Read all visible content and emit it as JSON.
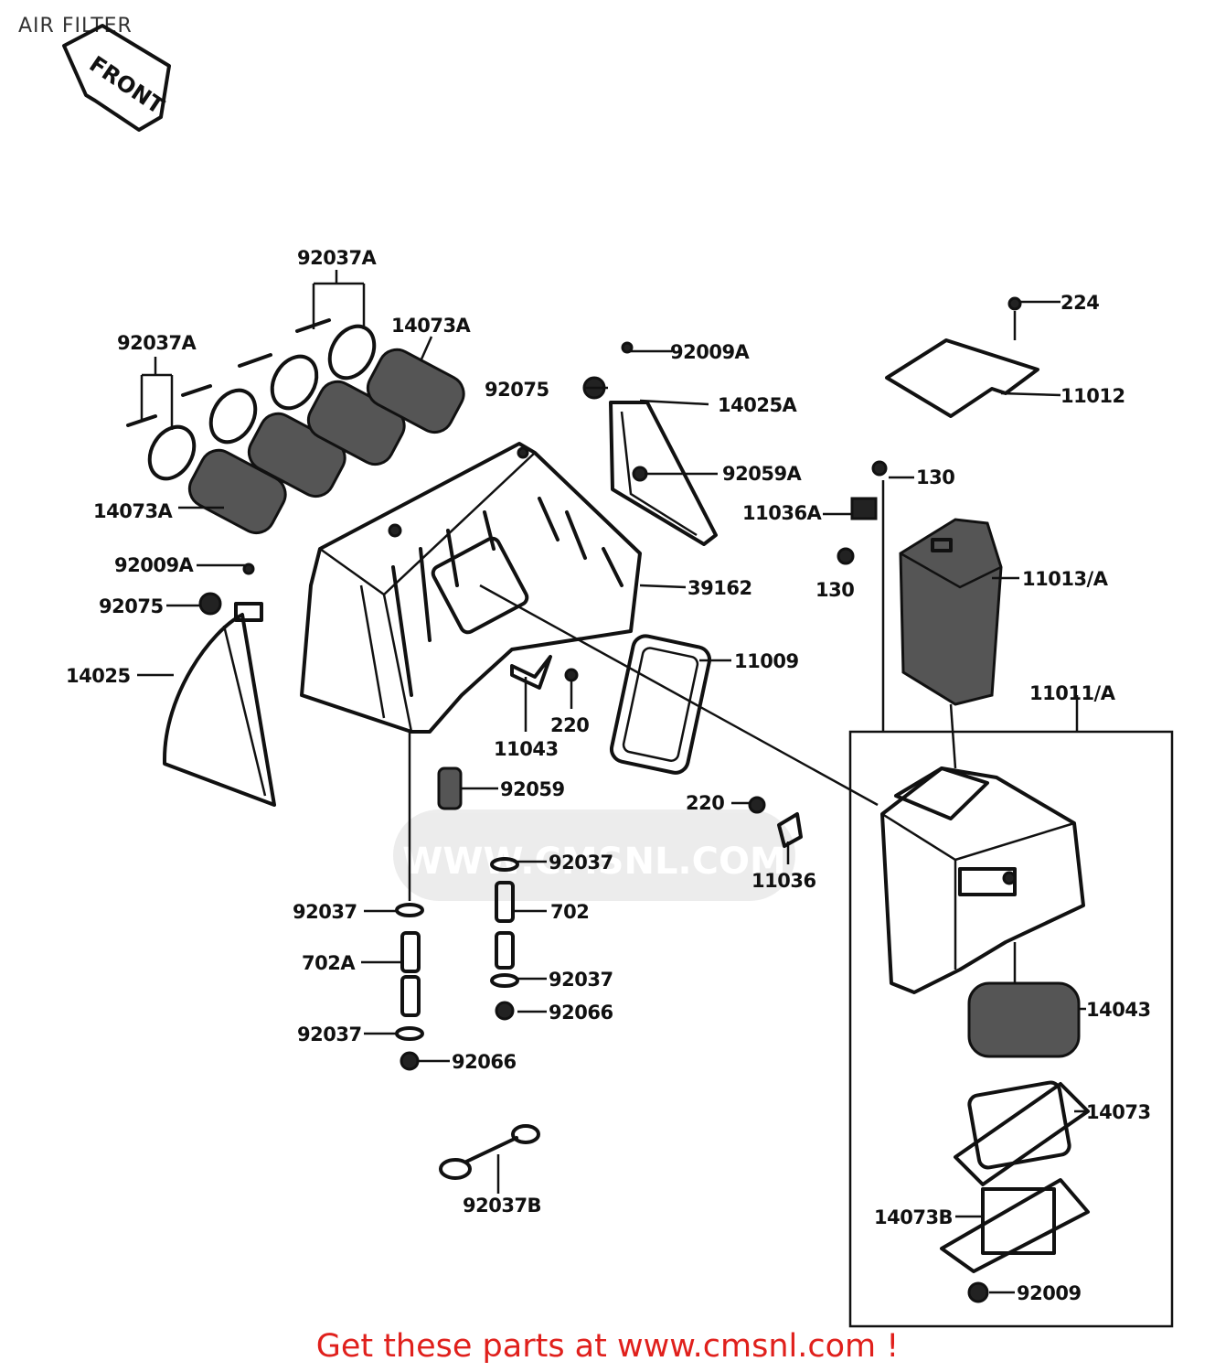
{
  "title": "AIR FILTER",
  "front_arrow": "FRONT",
  "watermark": "WWW.CMSNL.COM",
  "footer": "Get these parts at www.cmsnl.com !",
  "labels": {
    "p92037A_top": "92037A",
    "p92037A_left": "92037A",
    "p14073A_top": "14073A",
    "p14073A_bottom": "14073A",
    "p92009A_top": "92009A",
    "p92075_top": "92075",
    "p14025A": "14025A",
    "p92059A": "92059A",
    "p224": "224",
    "p11012": "11012",
    "p130_top": "130",
    "p11036A": "11036A",
    "p130_bottom": "130",
    "p11013A": "11013/A",
    "p92009A_left": "92009A",
    "p92075_left": "92075",
    "p39162": "39162",
    "p14025": "14025",
    "p11009": "11009",
    "p11011A": "11011/A",
    "p220_a": "220",
    "p11043": "11043",
    "p92059": "92059",
    "p220_b": "220",
    "p11036": "11036",
    "p92037_r1": "92037",
    "p92037_l1": "92037",
    "p702": "702",
    "p702A": "702A",
    "p92037_r2": "92037",
    "p92066_r": "92066",
    "p92037_l2": "92037",
    "p92066_l": "92066",
    "p14043": "14043",
    "p14073": "14073",
    "p92037B": "92037B",
    "p14073B": "14073B",
    "p92009": "92009"
  }
}
